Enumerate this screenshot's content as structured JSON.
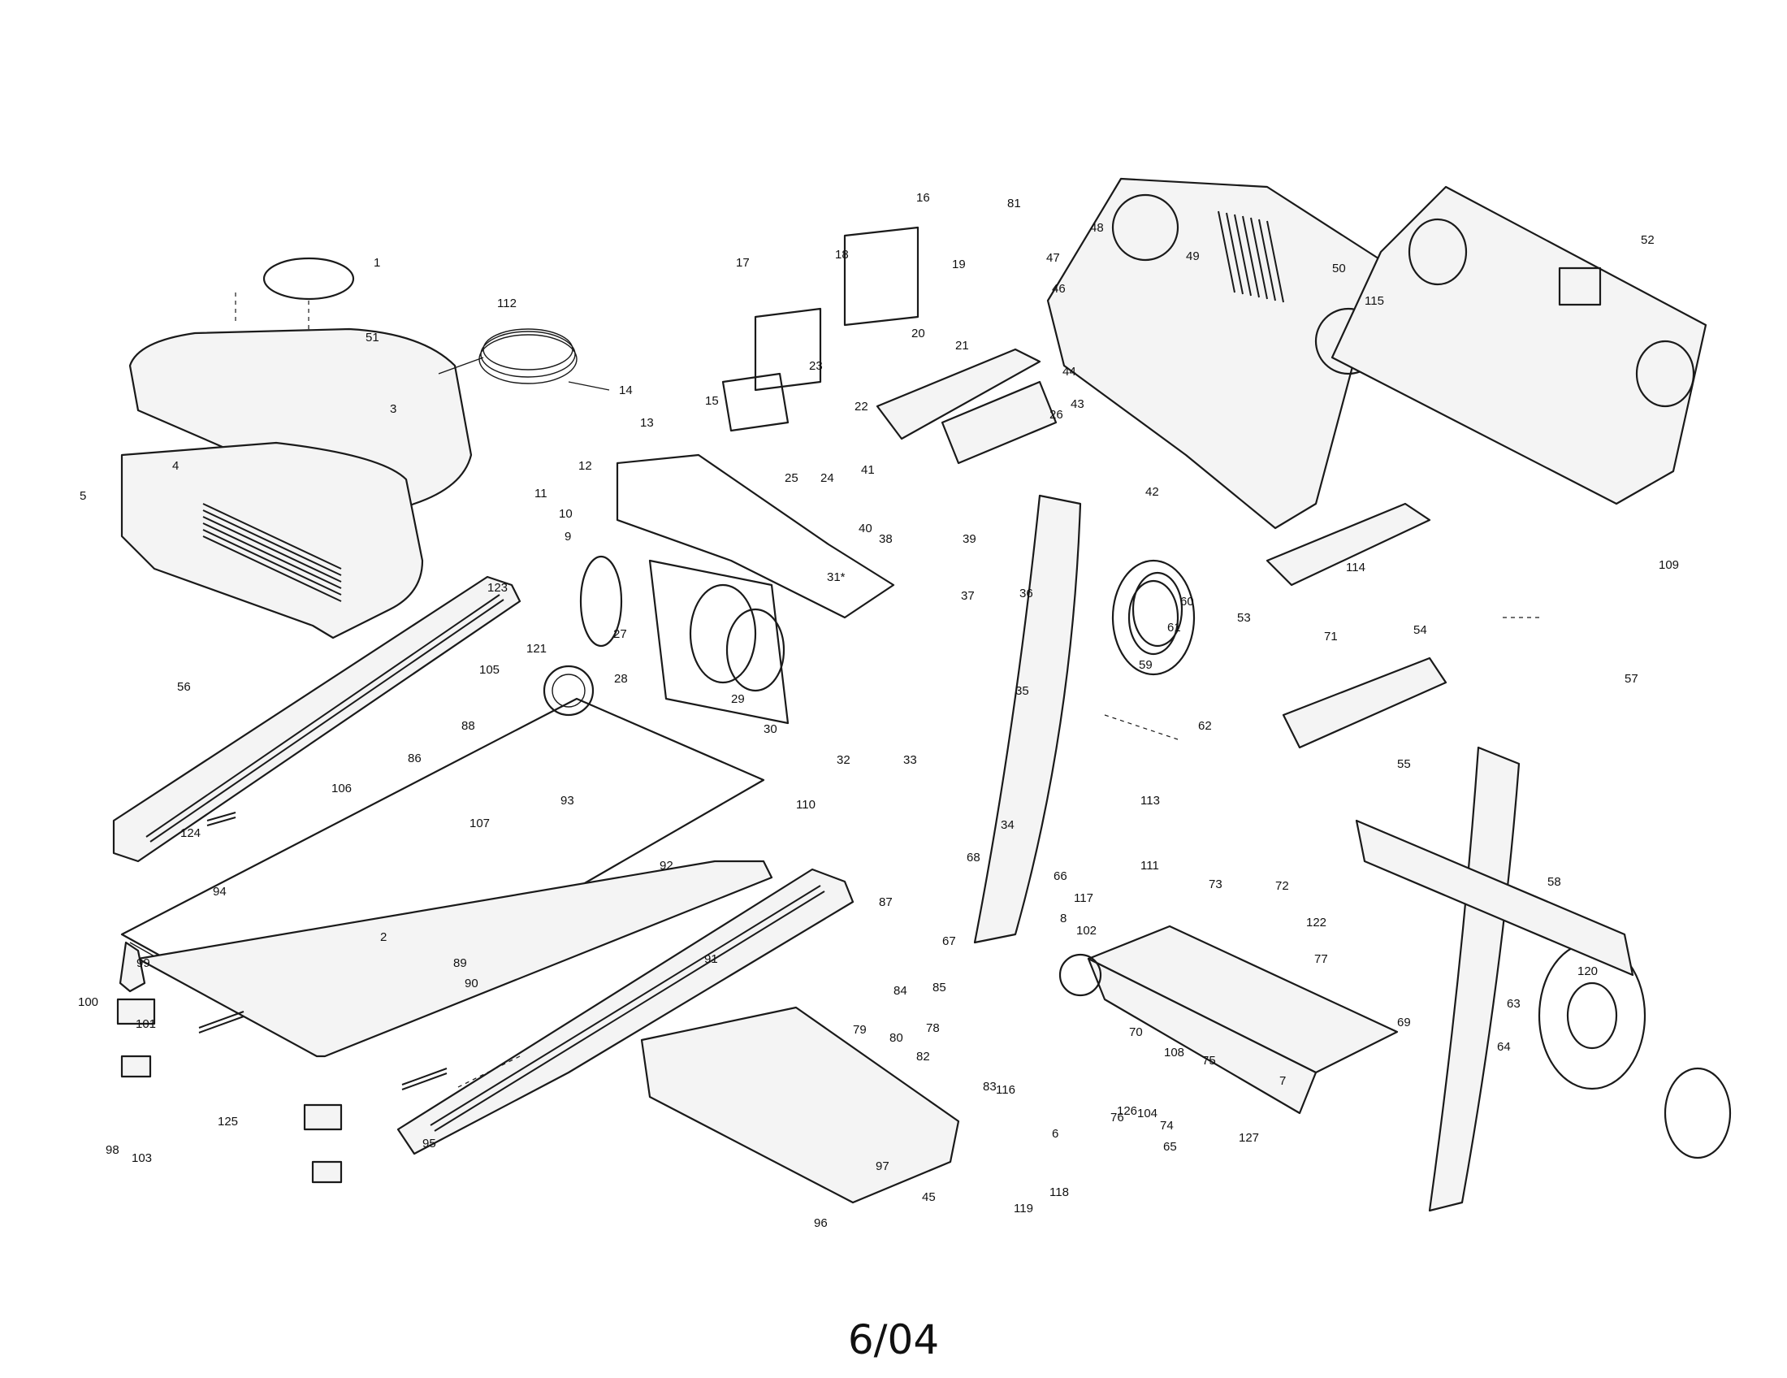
{
  "footer": "6/04",
  "callouts": [
    "1",
    "51",
    "112",
    "3",
    "4",
    "5",
    "14",
    "13",
    "12",
    "11",
    "10",
    "9",
    "15",
    "16",
    "17",
    "18",
    "19",
    "20",
    "21",
    "22",
    "23",
    "24",
    "25",
    "26",
    "27",
    "28",
    "29",
    "30",
    "31*",
    "32",
    "33",
    "34",
    "35",
    "36",
    "37",
    "38",
    "39",
    "40",
    "41",
    "42",
    "43",
    "44",
    "46",
    "47",
    "48",
    "49",
    "50",
    "52",
    "53",
    "54",
    "55",
    "56",
    "57",
    "58",
    "59",
    "60",
    "61",
    "62",
    "63",
    "64",
    "65",
    "66",
    "67",
    "68",
    "69",
    "70",
    "71",
    "72",
    "73",
    "74",
    "75",
    "76",
    "77",
    "78",
    "79",
    "80",
    "81",
    "82",
    "83",
    "84",
    "85",
    "86",
    "87",
    "88",
    "89",
    "90",
    "91",
    "92",
    "93",
    "94",
    "95",
    "96",
    "97",
    "98",
    "99",
    "100",
    "101",
    "102",
    "103",
    "104",
    "105",
    "106",
    "107",
    "108",
    "109",
    "110",
    "111",
    "113",
    "114",
    "115",
    "116",
    "117",
    "118",
    "119",
    "120",
    "121",
    "122",
    "123",
    "124",
    "125",
    "126",
    "127",
    "6",
    "7",
    "8",
    "2",
    "45"
  ]
}
